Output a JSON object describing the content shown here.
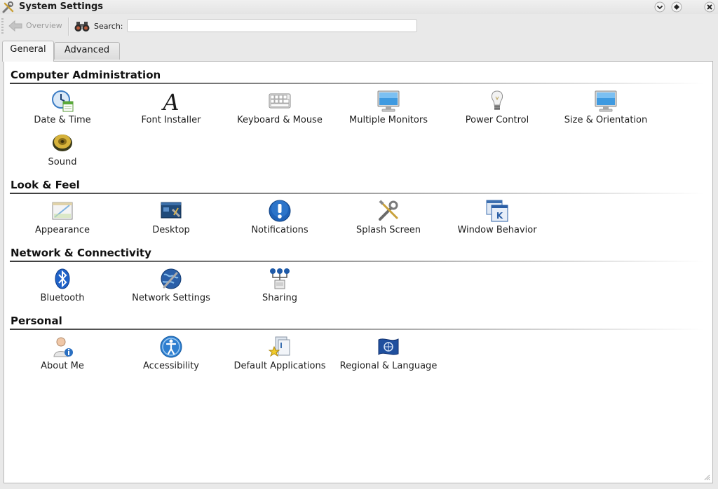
{
  "window": {
    "title": "System Settings"
  },
  "toolbar": {
    "overview_label": "Overview",
    "search_label": "Search:",
    "search_value": "",
    "search_placeholder": ""
  },
  "tabs": [
    {
      "label": "General",
      "active": true
    },
    {
      "label": "Advanced",
      "active": false
    }
  ],
  "sections": [
    {
      "title": "Computer Administration",
      "items": [
        {
          "label": "Date & Time",
          "icon": "clock-calendar-icon"
        },
        {
          "label": "Font Installer",
          "icon": "font-icon"
        },
        {
          "label": "Keyboard & Mouse",
          "icon": "keyboard-icon"
        },
        {
          "label": "Multiple Monitors",
          "icon": "monitor-icon"
        },
        {
          "label": "Power Control",
          "icon": "lightbulb-icon"
        },
        {
          "label": "Size & Orientation",
          "icon": "monitor-icon"
        },
        {
          "label": "Sound",
          "icon": "speaker-icon"
        }
      ]
    },
    {
      "title": "Look & Feel",
      "items": [
        {
          "label": "Appearance",
          "icon": "appearance-icon"
        },
        {
          "label": "Desktop",
          "icon": "desktop-icon"
        },
        {
          "label": "Notifications",
          "icon": "exclamation-icon"
        },
        {
          "label": "Splash Screen",
          "icon": "tools-icon"
        },
        {
          "label": "Window Behavior",
          "icon": "window-icon"
        }
      ]
    },
    {
      "title": "Network & Connectivity",
      "items": [
        {
          "label": "Bluetooth",
          "icon": "bluetooth-icon"
        },
        {
          "label": "Network Settings",
          "icon": "globe-icon"
        },
        {
          "label": "Sharing",
          "icon": "network-nodes-icon"
        }
      ]
    },
    {
      "title": "Personal",
      "items": [
        {
          "label": "About Me",
          "icon": "user-icon"
        },
        {
          "label": "Accessibility",
          "icon": "accessibility-icon"
        },
        {
          "label": "Default Applications",
          "icon": "default-apps-icon"
        },
        {
          "label": "Regional & Language",
          "icon": "flag-icon"
        }
      ]
    }
  ],
  "colors": {
    "accent_blue": "#2a6fc1",
    "window_bg": "#e9e9e9",
    "panel_bg": "#ffffff"
  }
}
